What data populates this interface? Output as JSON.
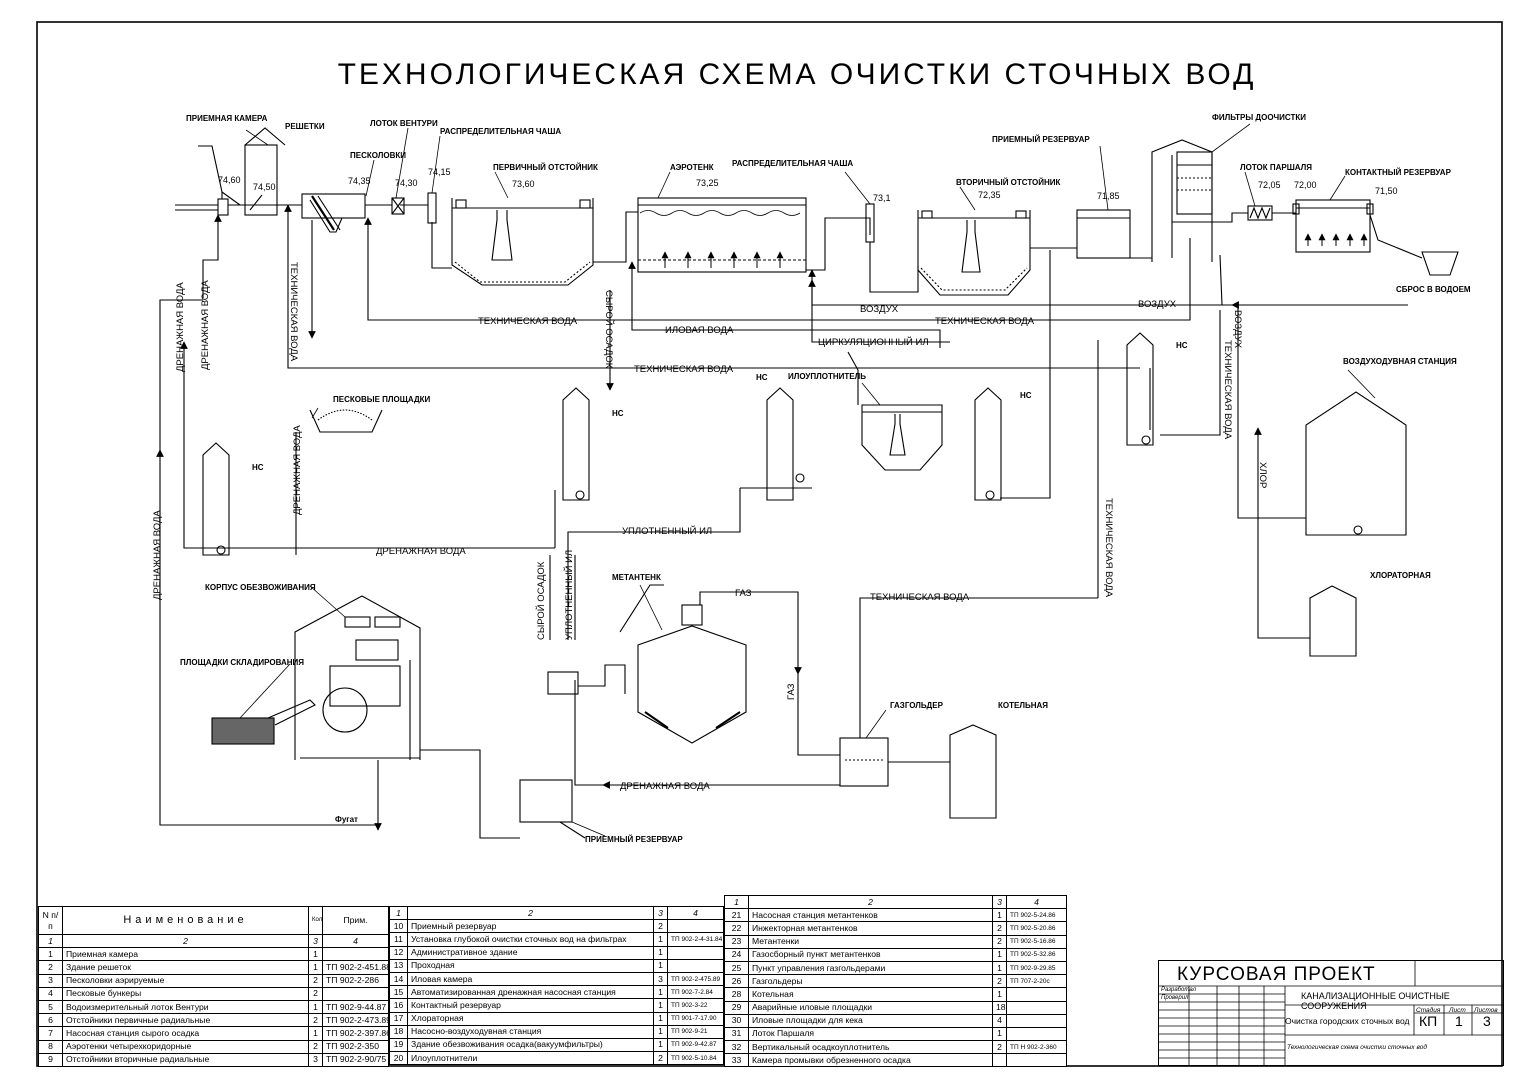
{
  "title": "ТЕХНОЛОГИЧЕСКАЯ СХЕМА ОЧИСТКИ СТОЧНЫХ ВОД",
  "labels": {
    "priemnaya_kamera": "ПРИЕМНАЯ КАМЕРА",
    "reshetki": "РЕШЕТКИ",
    "lotok_venturi": "ЛОТОК ВЕНТУРИ",
    "raspred_chasha_1": "РАСПРЕДЕЛИТЕЛЬНАЯ ЧАША",
    "peskolovki": "ПЕСКОЛОВКИ",
    "perv_otstoinik": "ПЕРВИЧНЫЙ ОТСТОЙНИК",
    "aerotenk": "АЭРОТЕНК",
    "raspred_chasha_2": "РАСПРЕДЕЛИТЕЛЬНАЯ ЧАША",
    "vtor_otstoinik": "ВТОРИЧНЫЙ ОТСТОЙНИК",
    "priem_rezervuar_top": "ПРИЕМНЫЙ РЕЗЕРВУАР",
    "filtry": "ФИЛЬТРЫ ДООЧИСТКИ",
    "lotok_parshala": "ЛОТОК ПАРШАЛЯ",
    "kontakt_rezervuar": "КОНТАКТНЫЙ РЕЗЕРВУАР",
    "sbros": "СБРОС В ВОДОЕМ",
    "vozduhoduv": "ВОЗДУХОДУВНАЯ СТАНЦИЯ",
    "hloratornaya": "ХЛОРАТОРНАЯ",
    "peskovye_ploshchadki": "ПЕСКОВЫЕ ПЛОЩАДКИ",
    "ilouplotnitel": "ИЛОУПЛОТНИТЕЛЬ",
    "metantenk": "МЕТАНТЕНК",
    "gazgolder": "ГАЗГОЛЬДЕР",
    "kotelnaya": "КОТЕЛЬНАЯ",
    "korpus": "КОРПУС ОБЕЗВОЖИВАНИЯ",
    "ploshchadki_sklad": "ПЛОЩАДКИ СКЛАДИРОВАНИЯ",
    "priem_rezervuar_bottom": "ПРИЕМНЫЙ РЕЗЕРВУАР",
    "fugat": "Фугат",
    "ns": "НС"
  },
  "flows": {
    "tech_voda": "ТЕХНИЧЕСКАЯ ВОДА",
    "ilovaya_voda": "ИЛОВАЯ ВОДА",
    "vozduh": "ВОЗДУХ",
    "cirk_il": "ЦИРКУЛЯЦИОННЫЙ ИЛ",
    "syroi_osadok": "СЫРОЙ ОСАДОК",
    "uplotn_il": "УПЛОТНЕННЫЙ ИЛ",
    "drenazh_voda": "ДРЕНАЖНАЯ ВОДА",
    "gaz": "ГАЗ",
    "hlor": "ХЛОР"
  },
  "elevations": [
    "74,60",
    "74,50",
    "74,35",
    "74,30",
    "74,15",
    "73,60",
    "73,25",
    "73,1",
    "72,35",
    "71,85",
    "72,05",
    "72,00",
    "71,50"
  ],
  "table1": {
    "head": [
      "N п/п",
      "Наименование",
      "Кол-во",
      "Прим."
    ],
    "nums": [
      "1",
      "2",
      "3",
      "4"
    ],
    "rows": [
      [
        "1",
        "Приемная камера",
        "1",
        ""
      ],
      [
        "2",
        "Здание решеток",
        "1",
        "ТП 902-2-451.88"
      ],
      [
        "3",
        "Песколовки аэрируемые",
        "2",
        "ТП 902-2-286"
      ],
      [
        "4",
        "Песковые бункеры",
        "2",
        ""
      ],
      [
        "5",
        "Водоизмерительный лоток Вентури",
        "1",
        "ТП 902-9-44.87"
      ],
      [
        "6",
        "Отстойники первичные радиальные",
        "2",
        "ТП 902-2-473.89"
      ],
      [
        "7",
        "Насосная станция сырого осадка",
        "1",
        "ТП 902-2-397.86"
      ],
      [
        "8",
        "Аэротенки четырехкоридорные",
        "2",
        "ТП 902-2-350"
      ],
      [
        "9",
        "Отстойники вторичные радиальные",
        "3",
        "ТП 902-2-90/75"
      ]
    ]
  },
  "table2": {
    "nums": [
      "1",
      "2",
      "3",
      "4"
    ],
    "rows": [
      [
        "10",
        "Приемный резервуар",
        "2",
        ""
      ],
      [
        "11",
        "Установка глубокой очистки сточных вод на фильтрах",
        "1",
        "ТП 902-2-4-31.84"
      ],
      [
        "12",
        "Административное здание",
        "1",
        ""
      ],
      [
        "13",
        "Проходная",
        "1",
        ""
      ],
      [
        "14",
        "Иловая камера",
        "3",
        "ТП 902-2-475.89"
      ],
      [
        "15",
        "Автоматизированная дренажная насосная станция",
        "1",
        "ТП 902-7-2.84"
      ],
      [
        "16",
        "Контактный резервуар",
        "1",
        "ТП 902-3-22"
      ],
      [
        "17",
        "Хлораторная",
        "1",
        "ТП 901-7-17.90"
      ],
      [
        "18",
        "Насосно-воздуходувная станция",
        "1",
        "ТП 902-9-21"
      ],
      [
        "19",
        "Здание обезвоживания осадка(вакуумфильтры)",
        "1",
        "ТП 902-9-42.87"
      ],
      [
        "20",
        "Илоуплотнители",
        "2",
        "ТП 902-5-10.84"
      ]
    ]
  },
  "table3": {
    "nums": [
      "1",
      "2",
      "3",
      "4"
    ],
    "rows": [
      [
        "21",
        "Насосная станция метантенков",
        "1",
        "ТП 902-5-24.86"
      ],
      [
        "22",
        "Инжекторная метантенков",
        "2",
        "ТП 902-5-20.86"
      ],
      [
        "23",
        "Метантенки",
        "2",
        "ТП 902-5-16.86"
      ],
      [
        "24",
        "Газосборный пункт метантенков",
        "1",
        "ТП 902-5-32.86"
      ],
      [
        "25",
        "Пункт управления газгольдерами",
        "1",
        "ТП 902-9-29.85"
      ],
      [
        "26",
        "Газгольдеры",
        "2",
        "ТП 707-2-20с"
      ],
      [
        "28",
        "Котельная",
        "1",
        ""
      ],
      [
        "29",
        "Аварийные иловые площадки",
        "18",
        ""
      ],
      [
        "30",
        "Иловые площадки для кека",
        "4",
        ""
      ],
      [
        "31",
        "Лоток Паршаля",
        "1",
        ""
      ],
      [
        "32",
        "Вертикальный осадкоуплотнитель",
        "2",
        "ТП Н 902-2-360"
      ],
      [
        "33",
        "Камера промывки обрезненного осадка",
        "",
        ""
      ]
    ]
  },
  "stamp": {
    "title": "КУРСОВАЯ ПРОЕКТ",
    "org": "КАНАЛИЗАЦИОННЫЕ ОЧИСТНЫЕ СООРУЖЕНИЯ",
    "name": "Очистка городских сточных вод",
    "sub": "Технологическая схема очистки сточных вод",
    "cap_stage": "Стадия",
    "cap_sheet": "Лист",
    "cap_sheets": "Листов",
    "stage": "КП",
    "sheet": "1",
    "sheets": "3",
    "row1": "Разработал",
    "row2": "Проверил"
  }
}
